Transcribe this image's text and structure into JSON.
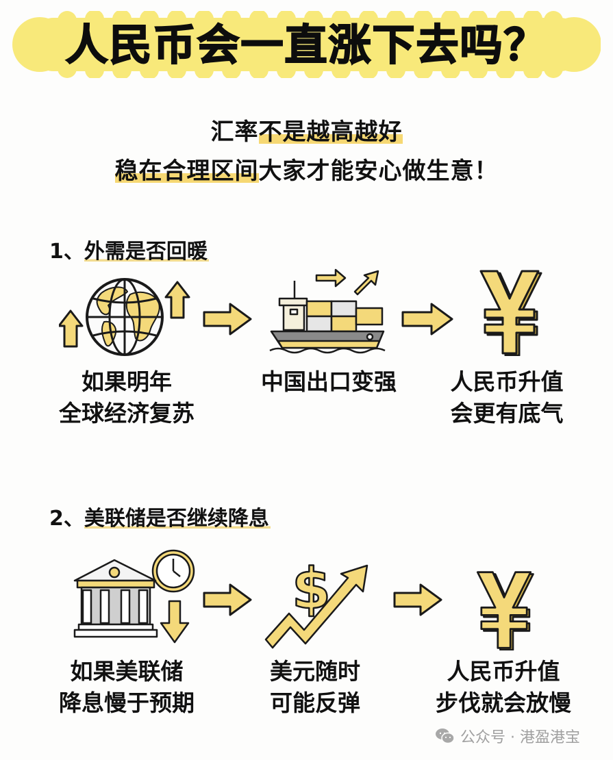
{
  "title": "人民币会一直涨下去吗？",
  "subtitle": {
    "line1_plain": "汇率",
    "line1_highlight": "不是越高越好",
    "line2_highlight": "稳在合理区间",
    "line2_plain": "大家才能安心做生意！"
  },
  "sections": [
    {
      "number": "1、",
      "heading": "外需是否回暖",
      "steps": [
        {
          "icon": "globe-with-up-arrows-icon",
          "lines": [
            "如果明年",
            "全球经济复苏"
          ]
        },
        {
          "icon": "cargo-ship-icon",
          "lines": [
            "中国出口变强"
          ]
        },
        {
          "icon": "yuan-icon",
          "lines": [
            "人民币升值",
            "会更有底气"
          ]
        }
      ]
    },
    {
      "number": "2、",
      "heading": "美联储是否继续降息",
      "steps": [
        {
          "icon": "central-bank-clock-down-arrow-icon",
          "lines": [
            "如果美联储",
            "降息慢于预期"
          ]
        },
        {
          "icon": "dollar-rising-arrow-icon",
          "lines": [
            "美元随时",
            "可能反弹"
          ]
        },
        {
          "icon": "yuan-icon",
          "lines": [
            "人民币升值",
            "步伐就会放慢"
          ]
        }
      ]
    }
  ],
  "footer": {
    "icon": "wechat-icon",
    "text": "公众号 · 港盈港宝"
  },
  "colors": {
    "title_bg": "#f8e97a",
    "accent_yellow": "#f4d97a",
    "outline": "#1a1a1a",
    "text": "#111111",
    "footer_gray": "#a0a0a0"
  }
}
